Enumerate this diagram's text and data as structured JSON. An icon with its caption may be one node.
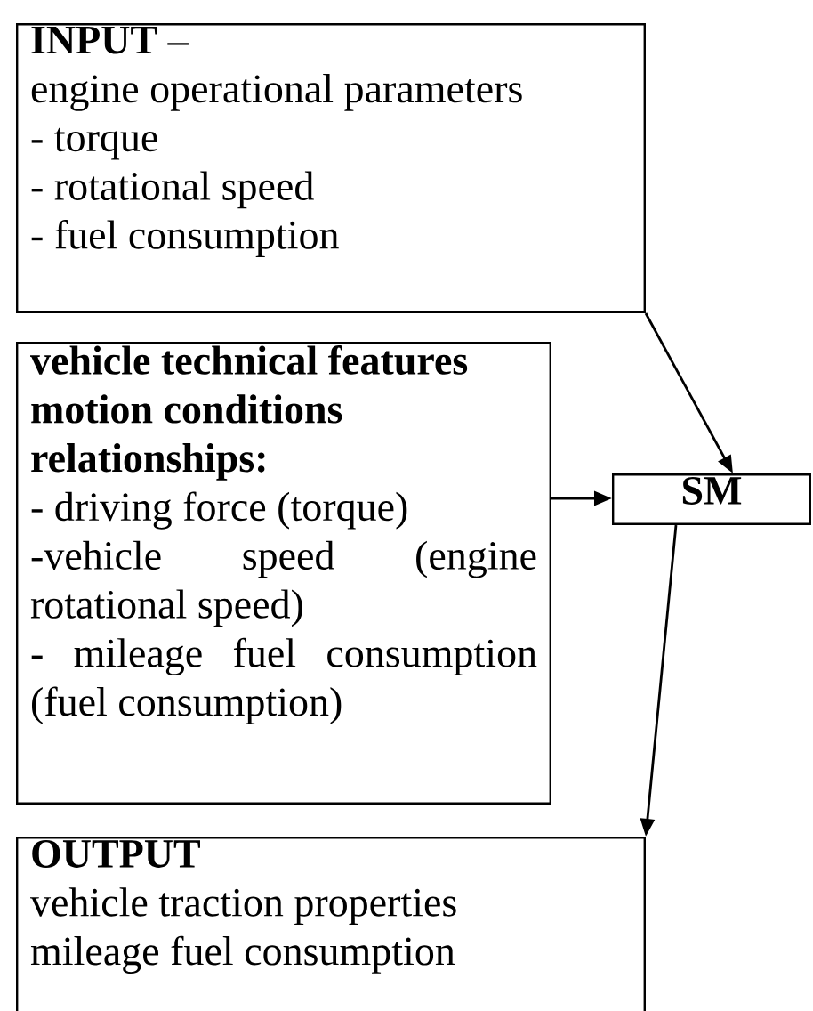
{
  "diagram": {
    "nodes": [
      {
        "text": [
          "**INPUT** –",
          "engine operational parameters",
          "- torque",
          "- rotational speed",
          "- fuel consumption"
        ]
      },
      {
        "text": [
          "vehicle technical features",
          "motion conditions relationships:",
          "- driving force (torque)",
          "-vehicle speed (engine rotational speed)",
          "- mileage fuel consumption (fuel consumption)"
        ]
      },
      {
        "text": [
          "SM"
        ]
      },
      {
        "text": [
          "OUTPUT",
          "vehicle traction properties",
          "mileage fuel consumption"
        ]
      }
    ],
    "edges": [
      {
        "from": 0,
        "to": 2,
        "arrow": "to"
      },
      {
        "from": 1,
        "to": 2,
        "arrow": "to"
      },
      {
        "from": 2,
        "to": 3,
        "arrow": "to"
      }
    ]
  }
}
